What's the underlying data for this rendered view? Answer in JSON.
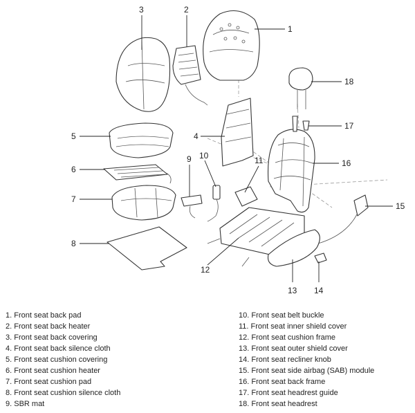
{
  "diagram": {
    "callouts": [
      "1",
      "2",
      "3",
      "4",
      "5",
      "6",
      "7",
      "8",
      "9",
      "10",
      "11",
      "12",
      "13",
      "14",
      "15",
      "16",
      "17",
      "18"
    ]
  },
  "legend": {
    "left": [
      "1. Front seat back pad",
      "2. Front seat back heater",
      "3. Front seat back covering",
      "4. Front seat back silence cloth",
      "5. Front seat cushion covering",
      "6. Front seat cushion heater",
      "7. Front seat cushion pad",
      "8. Front seat cushion silence cloth",
      "9. SBR mat"
    ],
    "right": [
      "10. Front seat belt buckle",
      "11. Front seat inner shield cover",
      "12. Front seat cushion frame",
      "13. Front seat outer shield cover",
      "14. Front seat recliner knob",
      "15. Front seat side airbag (SAB) module",
      "16. Front seat back frame",
      "17. Front seat headrest guide",
      "18. Front seat headrest"
    ]
  }
}
